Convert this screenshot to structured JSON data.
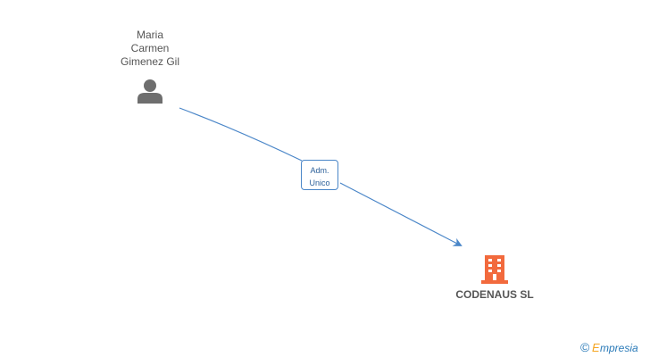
{
  "diagram": {
    "person": {
      "name_lines": [
        "Maria",
        "Carmen",
        "Gimenez Gil"
      ],
      "icon": "person-icon"
    },
    "relation": {
      "label_lines": [
        "Adm.",
        "Unico"
      ]
    },
    "company": {
      "name": "CODENAUS SL",
      "icon": "building-icon"
    }
  },
  "footer": {
    "copyright": "©",
    "brand": "Empresia"
  },
  "colors": {
    "edge": "#4a86c8",
    "person_icon": "#6e6e6e",
    "company_icon": "#f26a3d",
    "label_text": "#2b5f99",
    "node_text": "#555555",
    "brand_blue": "#2a7ab8",
    "brand_orange": "#f5a623"
  }
}
